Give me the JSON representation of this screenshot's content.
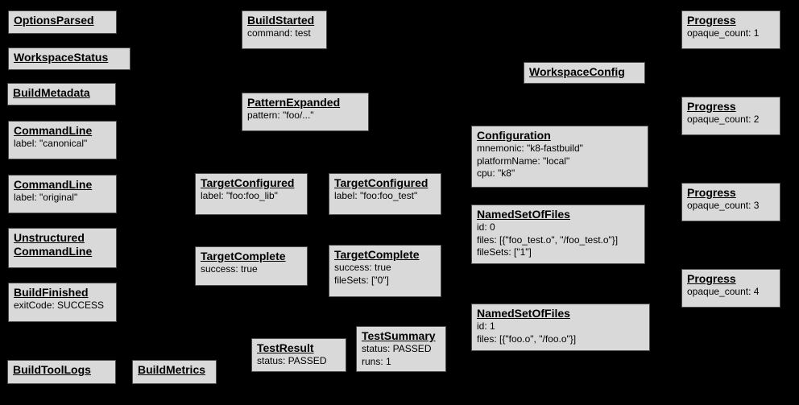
{
  "colors": {
    "background": "#000000",
    "node_fill": "#d9d9d9",
    "node_border": "#4c4c4c",
    "node_text": "#000000"
  },
  "diagram": {
    "nodes": [
      {
        "name": "options-parsed",
        "title": "OptionsParsed",
        "lines": []
      },
      {
        "name": "workspace-status",
        "title": "WorkspaceStatus",
        "lines": []
      },
      {
        "name": "build-metadata",
        "title": "BuildMetadata",
        "lines": []
      },
      {
        "name": "command-line-canonical",
        "title": "CommandLine",
        "lines": [
          "label: \"canonical\""
        ]
      },
      {
        "name": "command-line-original",
        "title": "CommandLine",
        "lines": [
          "label: \"original\""
        ]
      },
      {
        "name": "unstructured-command-line",
        "title": "Unstructured CommandLine",
        "lines": []
      },
      {
        "name": "build-finished",
        "title": "BuildFinished",
        "lines": [
          "exitCode: SUCCESS"
        ]
      },
      {
        "name": "build-tool-logs",
        "title": "BuildToolLogs",
        "lines": []
      },
      {
        "name": "build-metrics",
        "title": "BuildMetrics",
        "lines": []
      },
      {
        "name": "build-started",
        "title": "BuildStarted",
        "lines": [
          "command: test"
        ]
      },
      {
        "name": "pattern-expanded",
        "title": "PatternExpanded",
        "lines": [
          "pattern: \"foo/...\""
        ]
      },
      {
        "name": "target-configured-foo-lib",
        "title": "TargetConfigured",
        "lines": [
          "label: \"foo:foo_lib\""
        ]
      },
      {
        "name": "target-configured-foo-test",
        "title": "TargetConfigured",
        "lines": [
          "label: \"foo:foo_test\""
        ]
      },
      {
        "name": "target-complete-foo-lib",
        "title": "TargetComplete",
        "lines": [
          "success: true"
        ]
      },
      {
        "name": "target-complete-foo-test",
        "title": "TargetComplete",
        "lines": [
          "success: true",
          "fileSets: [\"0\"]"
        ]
      },
      {
        "name": "test-result",
        "title": "TestResult",
        "lines": [
          "status: PASSED"
        ]
      },
      {
        "name": "test-summary",
        "title": "TestSummary",
        "lines": [
          "status: PASSED",
          "runs: 1"
        ]
      },
      {
        "name": "workspace-config",
        "title": "WorkspaceConfig",
        "lines": []
      },
      {
        "name": "configuration",
        "title": "Configuration",
        "lines": [
          "mnemonic: \"k8-fastbuild\"",
          "platformName: \"local\"",
          "cpu: \"k8\""
        ]
      },
      {
        "name": "named-set-of-files-0",
        "title": "NamedSetOfFiles",
        "lines": [
          "id: 0",
          "files: [{\"foo_test.o\", \"/foo_test.o\"}]",
          "fileSets: [\"1\"]"
        ]
      },
      {
        "name": "named-set-of-files-1",
        "title": "NamedSetOfFiles",
        "lines": [
          "id: 1",
          "files: [{\"foo.o\", \"/foo.o\"}]"
        ]
      },
      {
        "name": "progress-1",
        "title": "Progress",
        "lines": [
          "opaque_count: 1"
        ]
      },
      {
        "name": "progress-2",
        "title": "Progress",
        "lines": [
          "opaque_count: 2"
        ]
      },
      {
        "name": "progress-3",
        "title": "Progress",
        "lines": [
          "opaque_count: 3"
        ]
      },
      {
        "name": "progress-4",
        "title": "Progress",
        "lines": [
          "opaque_count: 4"
        ]
      }
    ]
  }
}
